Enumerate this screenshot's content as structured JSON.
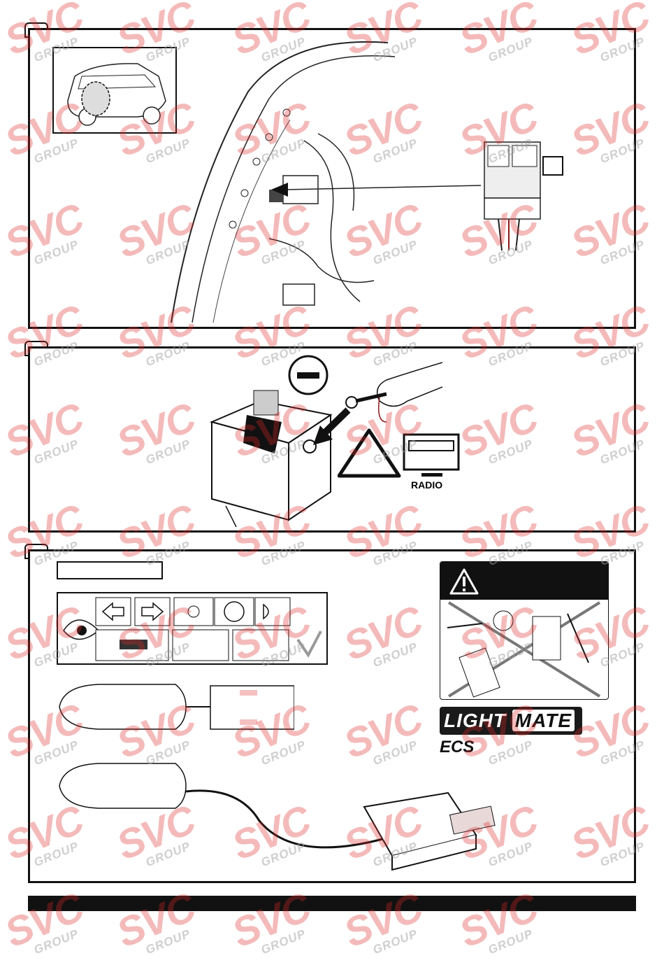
{
  "steps": [
    {
      "id": "step-1"
    },
    {
      "id": "step-2",
      "radio_label": "RADIO"
    },
    {
      "id": "step-3"
    }
  ],
  "watermark": {
    "brand": "SVC",
    "group": "GROUP",
    "color": "#e03030"
  },
  "warning": {
    "icon": "warning-triangle-icon"
  },
  "logo": {
    "brand": "LIGHT MATE",
    "part1": "LIGHT",
    "part2": "MATE",
    "sub": "ECS"
  }
}
